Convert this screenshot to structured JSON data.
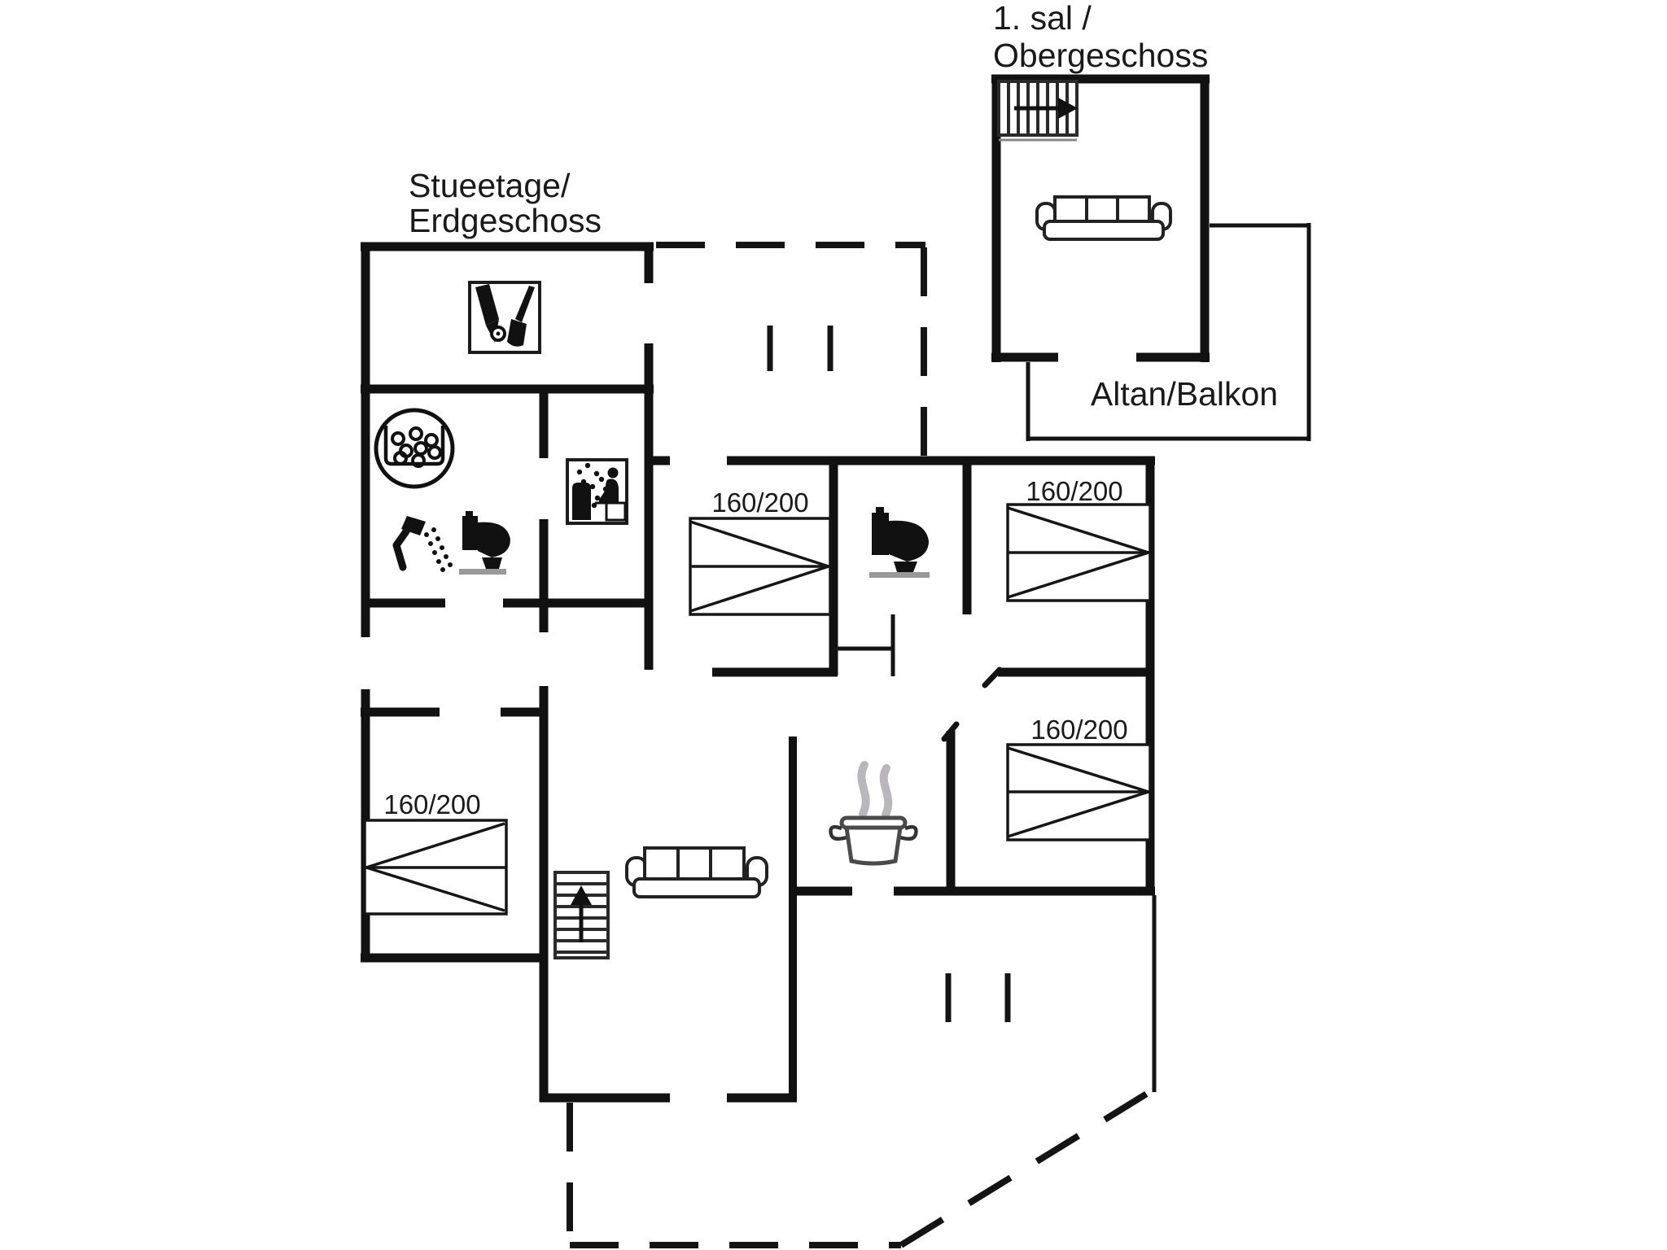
{
  "ground_floor": {
    "title_line1": "Stueetage/",
    "title_line2": "Erdgeschoss"
  },
  "upper_floor": {
    "title_line1": "1. sal /",
    "title_line2": "Obergeschoss",
    "balcony_label": "Altan/Balkon"
  },
  "beds": [
    {
      "room": "bedroom-center",
      "size_label": "160/200"
    },
    {
      "room": "bedroom-top-right",
      "size_label": "160/200"
    },
    {
      "room": "bedroom-bottom-right",
      "size_label": "160/200"
    },
    {
      "room": "bedroom-left",
      "size_label": "160/200"
    }
  ],
  "icons": [
    "storage-tools-icon",
    "washing-machine-icon",
    "shower-icon",
    "toilet-icon",
    "sauna-icon",
    "cooking-pot-icon",
    "stairs-up-icon",
    "sofa-icon"
  ],
  "colors": {
    "wall": "#111111",
    "text": "#1a1a1a",
    "steam": "#b9b6bc",
    "background": "#ffffff"
  }
}
